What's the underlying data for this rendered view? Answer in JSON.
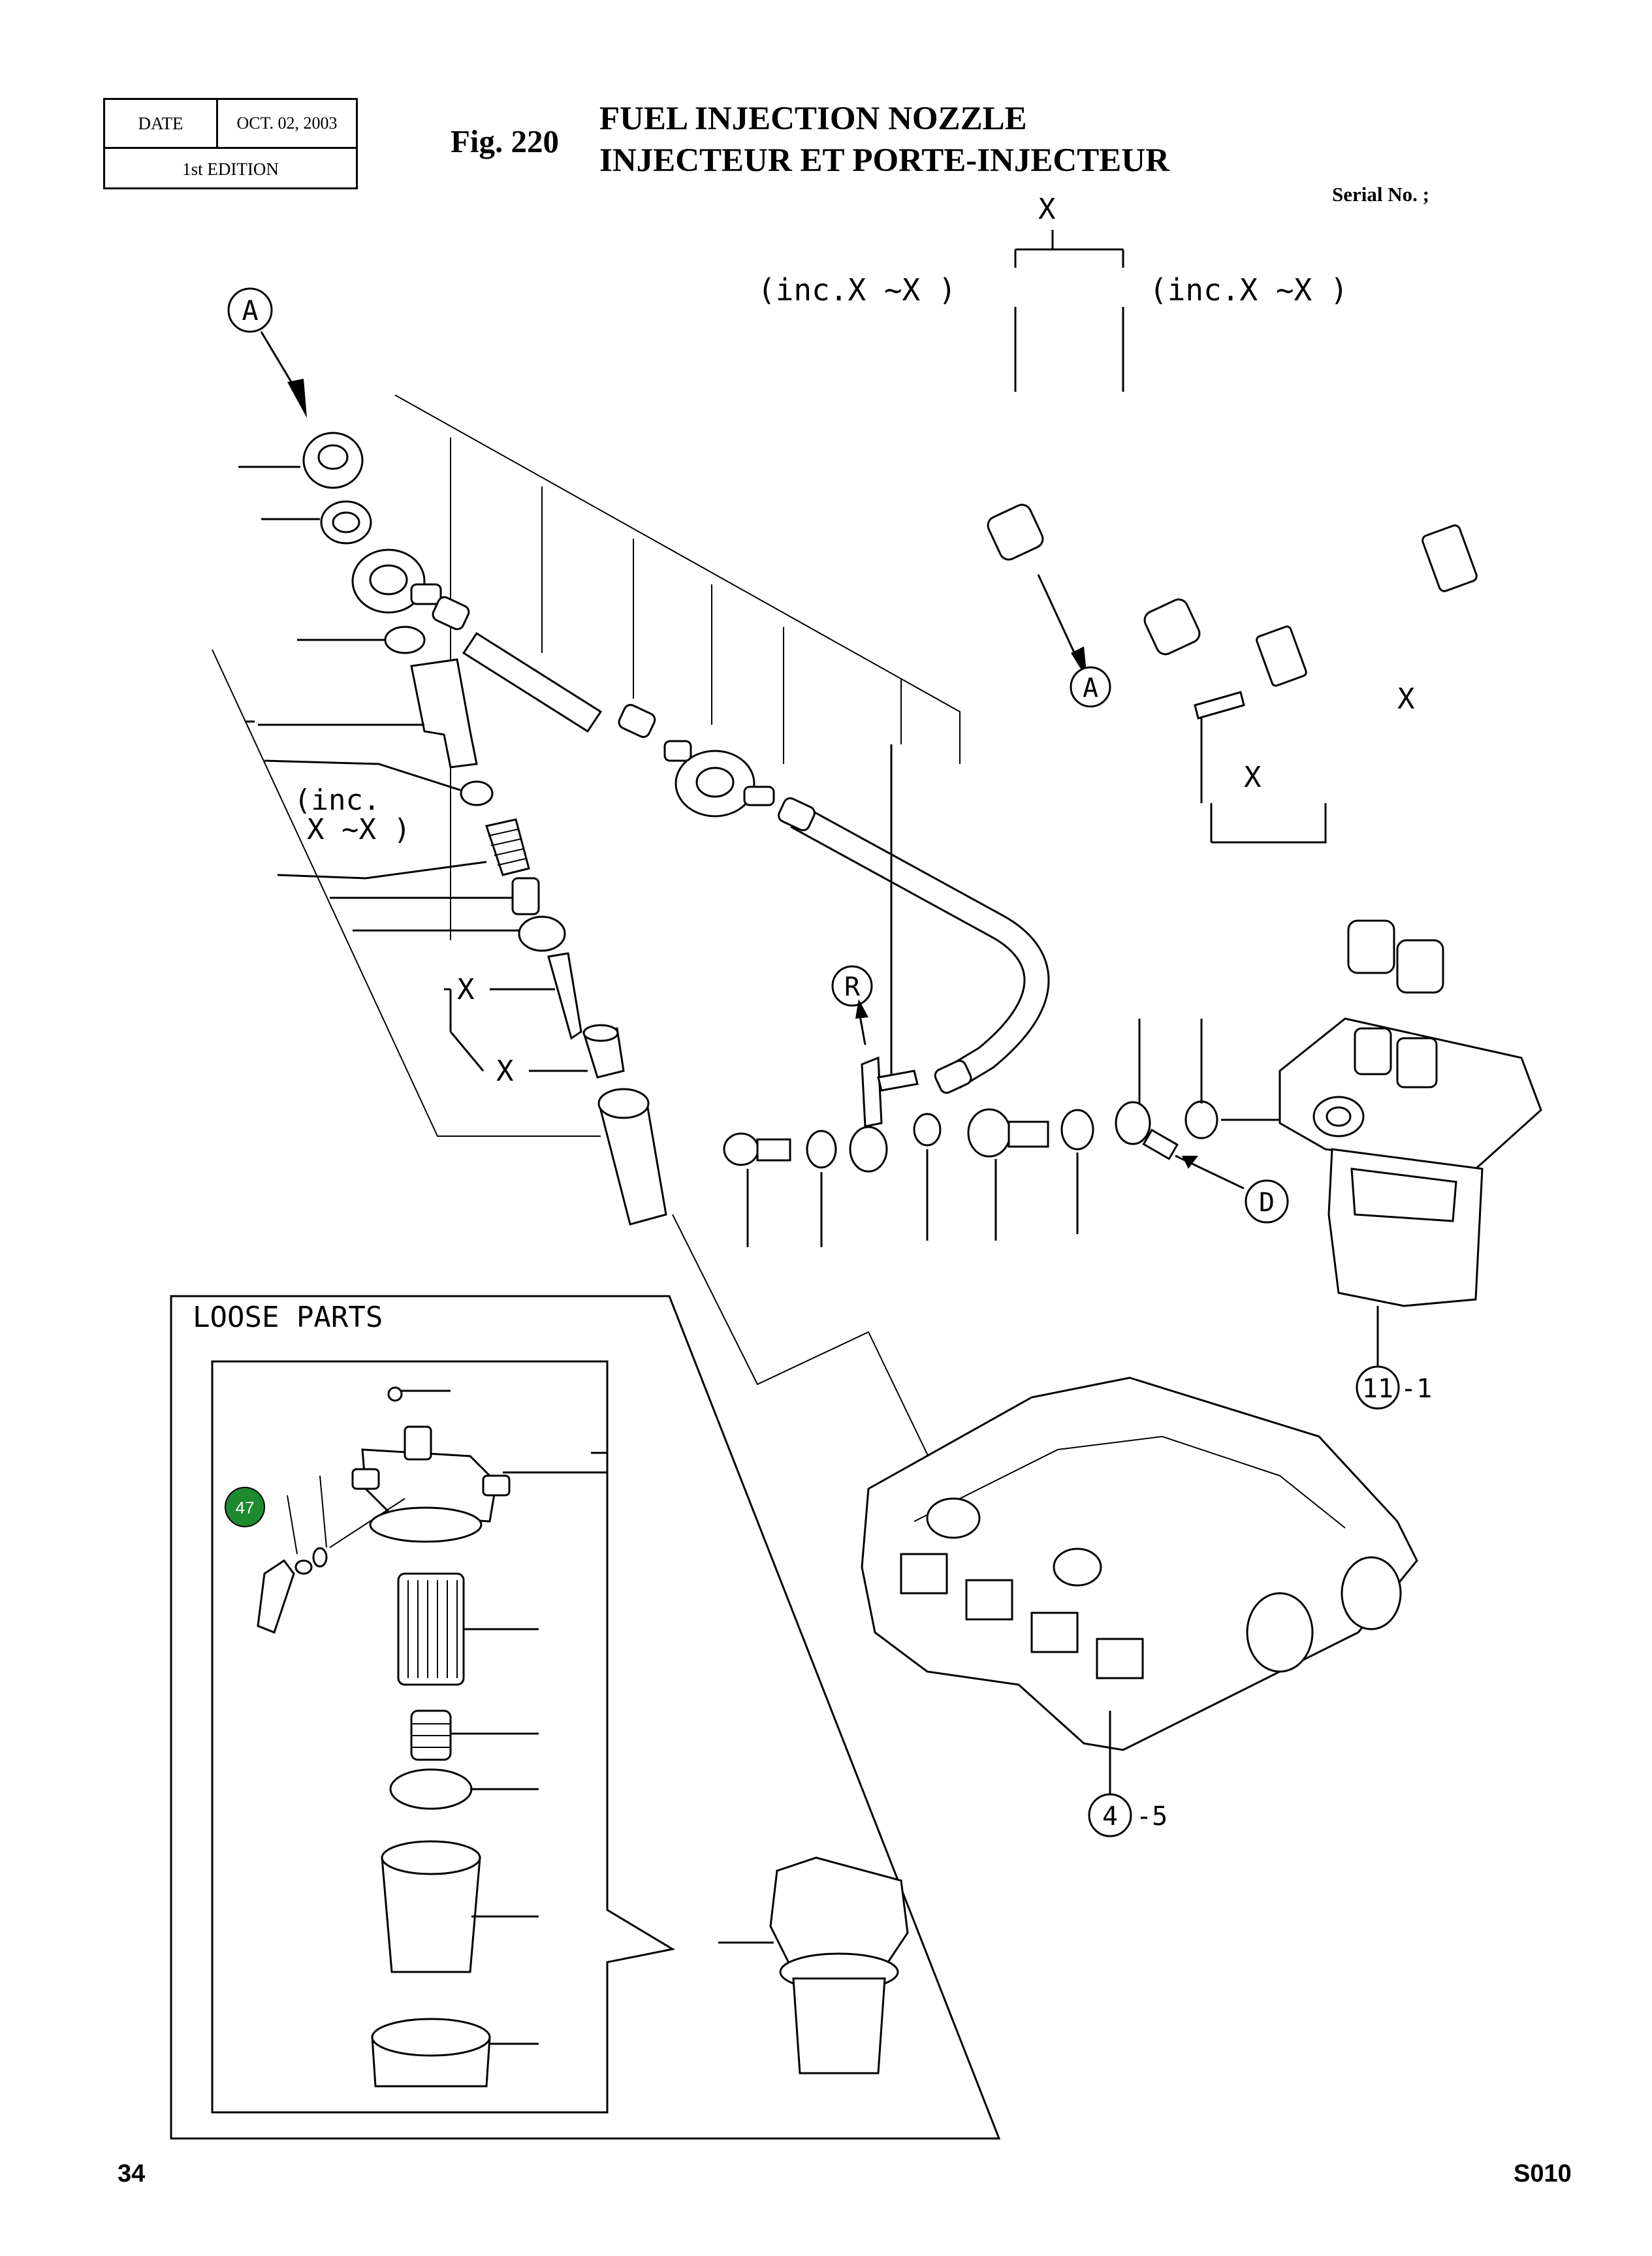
{
  "header": {
    "date_label": "DATE",
    "date_value": "OCT. 02, 2003",
    "edition": "1st EDITION",
    "fig_label": "Fig. 220",
    "title_en": "FUEL INJECTION NOZZLE",
    "title_fr": "INJECTEUR ET PORTE-INJECTEUR",
    "serial_label": "Serial No. ;"
  },
  "diagram": {
    "callouts": {
      "a_top": "A",
      "a_pipe": "A",
      "r": "R",
      "d": "D",
      "pump_num": "11",
      "pump_suffix": "-1",
      "head_num": "4",
      "head_suffix": "-5",
      "item_47": "47"
    },
    "labels": {
      "x_top": "X",
      "inc_left": "(inc.X   ~X  )",
      "inc_right": "(inc.X   ~X  )",
      "inc_nozzle_1": "(inc.",
      "inc_nozzle_2": "X  ~X  )",
      "x_nozzle_1": "X",
      "x_nozzle_2": "X",
      "x_pipe_right": "X",
      "x_bracket": "X",
      "loose_parts": "LOOSE PARTS"
    },
    "colors": {
      "line": "#000000",
      "item_47_badge": "#1e8a2e"
    }
  },
  "footer": {
    "page_number": "34",
    "model_code": "S010"
  }
}
